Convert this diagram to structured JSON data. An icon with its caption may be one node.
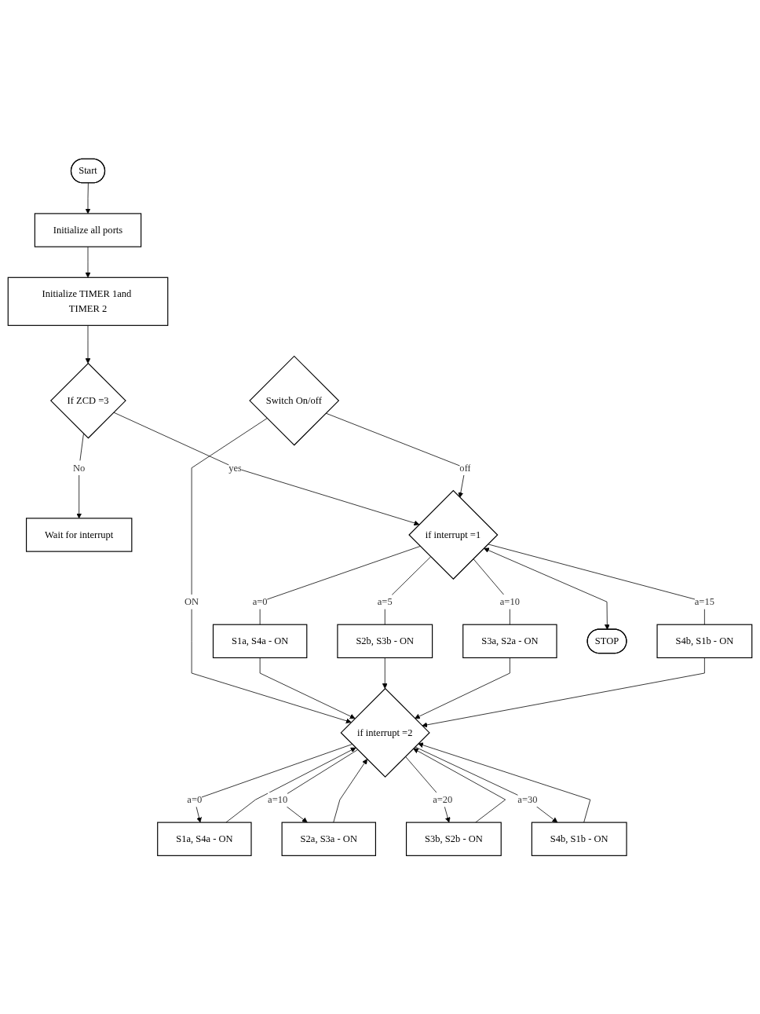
{
  "diagram": {
    "nodes": [
      {
        "text": [
          "Start"
        ]
      },
      {
        "text": [
          "Initialize all ports"
        ]
      },
      {
        "text": [
          "Initialize TIMER 1and TIMER 2"
        ]
      },
      {
        "text": [
          "If ZCD =3"
        ]
      },
      {
        "text": [
          "Wait for interrupt"
        ]
      },
      {
        "text": [
          "if interrupt =2"
        ]
      },
      {
        "text": [
          "Switch On/off"
        ]
      },
      {
        "text": [
          "if interrupt =1"
        ]
      },
      {
        "text": [
          "S1a, S4a - ON"
        ]
      },
      {
        "text": [
          "S2a, S3a - ON"
        ]
      },
      {
        "text": [
          "S3b, S2b - ON"
        ]
      },
      {
        "text": [
          "S4b, S1b - ON"
        ]
      },
      {
        "text": [
          "S1a, S4a - ON"
        ]
      },
      {
        "text": [
          "S2b, S3b - ON"
        ]
      },
      {
        "text": [
          "S3a, S2a - ON"
        ]
      },
      {
        "text": [
          "S4b, S1b - ON"
        ]
      },
      {
        "text": [
          "STOP"
        ]
      }
    ],
    "edges": [
      {
        "from": 0,
        "to": 1,
        "arrow": "to"
      },
      {
        "from": 1,
        "to": 2,
        "arrow": "to"
      },
      {
        "from": 2,
        "to": 3,
        "arrow": "to"
      },
      {
        "from": 3,
        "to": 4,
        "label": "No",
        "arrow": "to"
      },
      {
        "from": 3,
        "to": 7,
        "label": "yes",
        "arrow": "to"
      },
      {
        "from": 6,
        "to": 5,
        "label": "ON",
        "arrow": "to"
      },
      {
        "from": 6,
        "to": 7,
        "label": "off",
        "arrow": "to"
      },
      {
        "from": 5,
        "to": 8,
        "label": "a=0",
        "arrow": "to"
      },
      {
        "from": 5,
        "to": 9,
        "label": "a=10",
        "arrow": "to"
      },
      {
        "from": 5,
        "to": 10,
        "label": "a=20",
        "arrow": "to"
      },
      {
        "from": 5,
        "to": 11,
        "label": "a=30",
        "arrow": "to"
      },
      {
        "from": 8,
        "to": 5,
        "arrow": "to"
      },
      {
        "from": 9,
        "to": 5,
        "arrow": "to"
      },
      {
        "from": 10,
        "to": 5,
        "arrow": "to"
      },
      {
        "from": 11,
        "to": 5,
        "arrow": "to"
      },
      {
        "from": 7,
        "to": 12,
        "label": "a=0",
        "arrow": "none"
      },
      {
        "from": 7,
        "to": 13,
        "label": "a=5",
        "arrow": "none"
      },
      {
        "from": 7,
        "to": 14,
        "label": "a=10",
        "arrow": "none"
      },
      {
        "from": 7,
        "to": 15,
        "label": "a=15",
        "arrow": "none"
      },
      {
        "from": 12,
        "to": 5,
        "arrow": "to"
      },
      {
        "from": 13,
        "to": 5,
        "arrow": "to"
      },
      {
        "from": 14,
        "to": 5,
        "arrow": "to"
      },
      {
        "from": 15,
        "to": 5,
        "arrow": "to"
      },
      {
        "from": 7,
        "to": 16,
        "arrow": "both"
      }
    ]
  }
}
